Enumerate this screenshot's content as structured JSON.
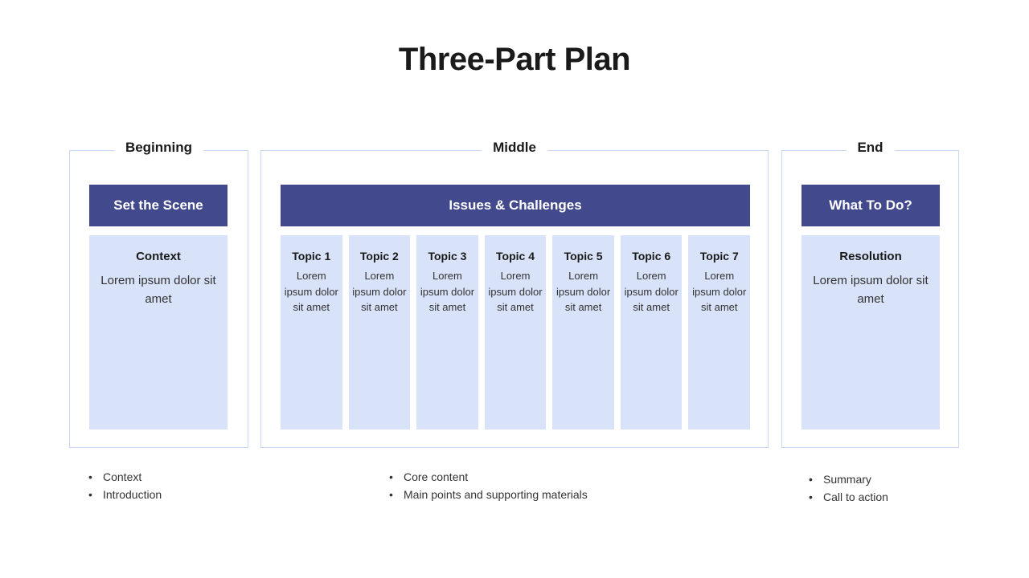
{
  "slide": {
    "title": "Three-Part Plan"
  },
  "theme": {
    "banner_color": "#42498c",
    "card_color": "#d8e2f8",
    "border_color": "#c7d8f4",
    "title_color": "#1a1a1a",
    "body_text_color": "#333333"
  },
  "sections": {
    "beginning": {
      "label": "Beginning",
      "banner": "Set the Scene",
      "card": {
        "heading": "Context",
        "body": "Lorem ipsum dolor sit amet"
      },
      "bullets": [
        "Context",
        "Introduction"
      ]
    },
    "middle": {
      "label": "Middle",
      "banner": "Issues & Challenges",
      "topics": [
        {
          "heading": "Topic 1",
          "body": "Lorem ipsum dolor sit amet"
        },
        {
          "heading": "Topic 2",
          "body": "Lorem ipsum dolor sit amet"
        },
        {
          "heading": "Topic 3",
          "body": "Lorem ipsum dolor sit amet"
        },
        {
          "heading": "Topic 4",
          "body": "Lorem ipsum dolor sit amet"
        },
        {
          "heading": "Topic 5",
          "body": "Lorem ipsum dolor sit amet"
        },
        {
          "heading": "Topic 6",
          "body": "Lorem ipsum dolor sit amet"
        },
        {
          "heading": "Topic 7",
          "body": "Lorem ipsum dolor sit amet"
        }
      ],
      "bullets": [
        "Core content",
        "Main points and supporting materials"
      ]
    },
    "end": {
      "label": "End",
      "banner": "What To Do?",
      "card": {
        "heading": "Resolution",
        "body": "Lorem ipsum dolor sit amet"
      },
      "bullets": [
        "Summary",
        "Call to action"
      ]
    }
  }
}
